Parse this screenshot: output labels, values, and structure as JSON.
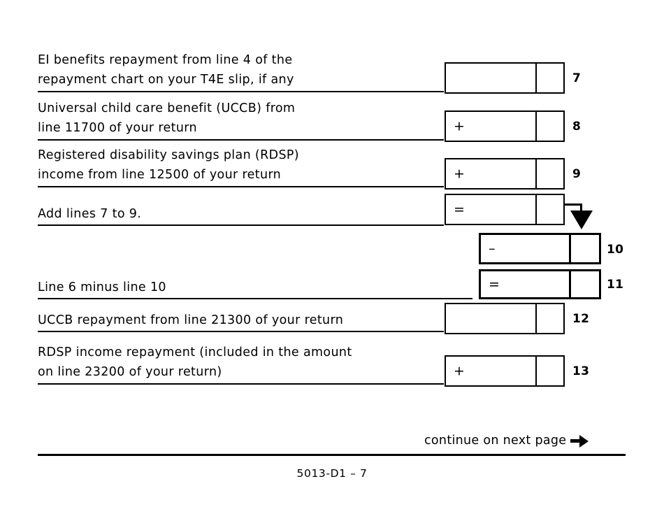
{
  "form": {
    "page_code": "5013-D1 – 7",
    "continue_text": "continue on next page",
    "continue_arrow_icon": "arrow-right-icon"
  },
  "rows": [
    {
      "id": "line-7",
      "label_line1": "EI benefits repayment from line 4 of the",
      "label_line2": "repayment chart on your T4E slip, if any",
      "operator": "",
      "line_number": "7"
    },
    {
      "id": "line-8",
      "label_line1": "Universal child care benefit (UCCB) from",
      "label_line2": "line 11700 of your return",
      "operator": "+",
      "line_number": "8"
    },
    {
      "id": "line-9",
      "label_line1": "Registered disability savings plan (RDSP)",
      "label_line2": "income from line 12500 of your return",
      "operator": "+",
      "line_number": "9"
    },
    {
      "id": "add-lines-7-to-9",
      "label_line1": "Add lines 7 to 9.",
      "label_line2": "",
      "operator": "=",
      "line_number": ""
    },
    {
      "id": "line-10",
      "label_line1": "",
      "label_line2": "",
      "operator": "–",
      "line_number": "10"
    },
    {
      "id": "line-11",
      "label_line1": "Line 6 minus line 10",
      "label_line2": "",
      "operator": "=",
      "line_number": "11"
    },
    {
      "id": "line-12",
      "label_line1": "UCCB repayment from line 21300 of your return",
      "label_line2": "",
      "operator": "",
      "line_number": "12"
    },
    {
      "id": "line-13",
      "label_line1": "RDSP income repayment (included in the amount",
      "label_line2": "on line 23200 of your return)",
      "operator": "+",
      "line_number": "13"
    }
  ]
}
